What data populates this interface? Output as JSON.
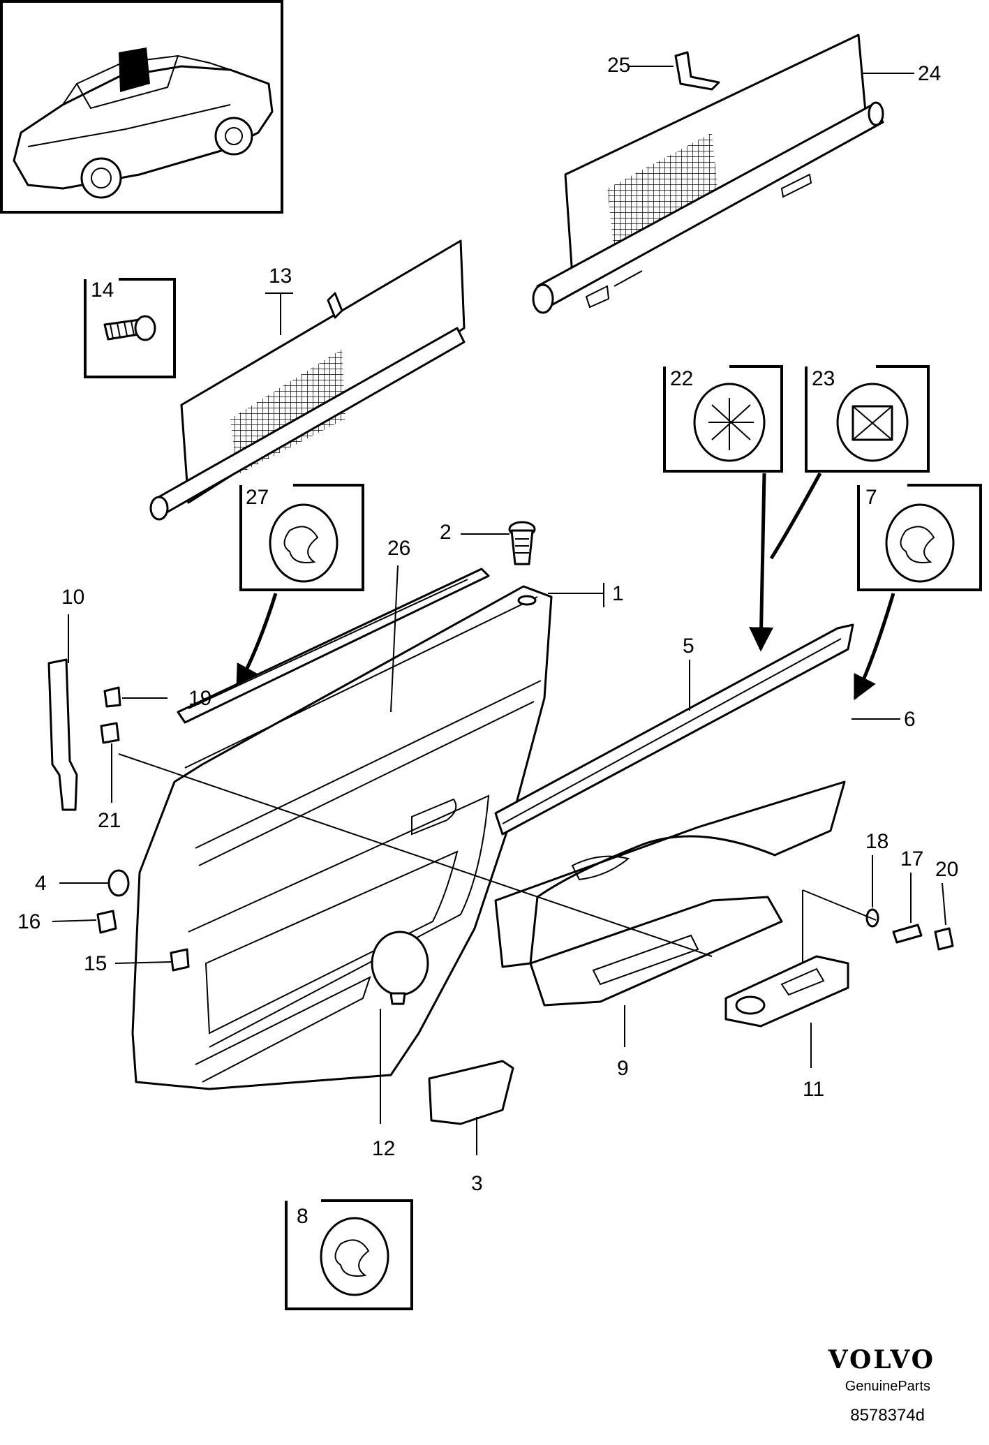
{
  "diagram": {
    "callouts": [
      {
        "id": "c1",
        "label": "1"
      },
      {
        "id": "c2",
        "label": "2"
      },
      {
        "id": "c3",
        "label": "3"
      },
      {
        "id": "c4",
        "label": "4"
      },
      {
        "id": "c5",
        "label": "5"
      },
      {
        "id": "c6",
        "label": "6"
      },
      {
        "id": "c7",
        "label": "7"
      },
      {
        "id": "c8",
        "label": "8"
      },
      {
        "id": "c9",
        "label": "9"
      },
      {
        "id": "c10",
        "label": "10"
      },
      {
        "id": "c11",
        "label": "11"
      },
      {
        "id": "c12",
        "label": "12"
      },
      {
        "id": "c13",
        "label": "13"
      },
      {
        "id": "c14",
        "label": "14"
      },
      {
        "id": "c15",
        "label": "15"
      },
      {
        "id": "c16",
        "label": "16"
      },
      {
        "id": "c17",
        "label": "17"
      },
      {
        "id": "c18",
        "label": "18"
      },
      {
        "id": "c19",
        "label": "19"
      },
      {
        "id": "c20",
        "label": "20"
      },
      {
        "id": "c21",
        "label": "21"
      },
      {
        "id": "c22",
        "label": "22"
      },
      {
        "id": "c23",
        "label": "23"
      },
      {
        "id": "c24",
        "label": "24"
      },
      {
        "id": "c25",
        "label": "25"
      },
      {
        "id": "c26",
        "label": "26"
      },
      {
        "id": "c27",
        "label": "27"
      }
    ]
  },
  "branding": {
    "brand": "VOLVO",
    "subtitle": "GenuineParts",
    "reference": "8578374d"
  }
}
